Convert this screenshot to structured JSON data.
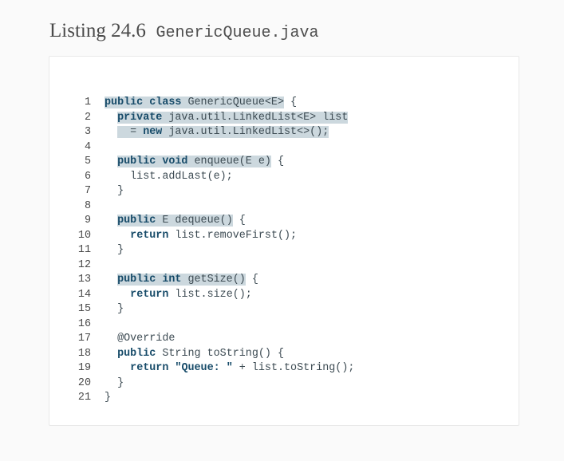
{
  "title": {
    "label": "Listing 24.6",
    "filename": "GenericQueue.java"
  },
  "colors": {
    "page_bg": "#fafafa",
    "panel_bg": "#ffffff",
    "panel_border": "#e9e9e9",
    "code_text": "#3d4b53",
    "keyword": "#174b69",
    "line_number": "#494949",
    "highlight": "#ccd8de",
    "title_text": "#4a4a4a"
  },
  "code": {
    "language": "java",
    "lines": [
      {
        "n": "1",
        "parts": [
          {
            "t": "public class ",
            "k": true,
            "h": true
          },
          {
            "t": "GenericQueue<E>",
            "h": true
          },
          {
            "t": " {"
          }
        ]
      },
      {
        "n": "2",
        "parts": [
          {
            "t": "  "
          },
          {
            "t": "private",
            "k": true,
            "h": true
          },
          {
            "t": " java.util.LinkedList<E> list",
            "h": true
          }
        ]
      },
      {
        "n": "3",
        "parts": [
          {
            "t": "  "
          },
          {
            "t": "  = ",
            "h": true
          },
          {
            "t": "new",
            "k": true,
            "h": true
          },
          {
            "t": " java.util.LinkedList<>();",
            "h": true
          }
        ]
      },
      {
        "n": "4",
        "parts": []
      },
      {
        "n": "5",
        "parts": [
          {
            "t": "  "
          },
          {
            "t": "public void",
            "k": true,
            "h": true
          },
          {
            "t": " enqueue(E e)",
            "h": true
          },
          {
            "t": " {"
          }
        ]
      },
      {
        "n": "6",
        "parts": [
          {
            "t": "    list.addLast(e);"
          }
        ]
      },
      {
        "n": "7",
        "parts": [
          {
            "t": "  }"
          }
        ]
      },
      {
        "n": "8",
        "parts": []
      },
      {
        "n": "9",
        "parts": [
          {
            "t": "  "
          },
          {
            "t": "public",
            "k": true,
            "h": true
          },
          {
            "t": " E dequeue()",
            "h": true
          },
          {
            "t": " {"
          }
        ]
      },
      {
        "n": "10",
        "parts": [
          {
            "t": "    "
          },
          {
            "t": "return",
            "k": true
          },
          {
            "t": " list.removeFirst();"
          }
        ]
      },
      {
        "n": "11",
        "parts": [
          {
            "t": "  }"
          }
        ]
      },
      {
        "n": "12",
        "parts": []
      },
      {
        "n": "13",
        "parts": [
          {
            "t": "  "
          },
          {
            "t": "public int",
            "k": true,
            "h": true
          },
          {
            "t": " getSize()",
            "h": true
          },
          {
            "t": " {"
          }
        ]
      },
      {
        "n": "14",
        "parts": [
          {
            "t": "    "
          },
          {
            "t": "return",
            "k": true
          },
          {
            "t": " list.size();"
          }
        ]
      },
      {
        "n": "15",
        "parts": [
          {
            "t": "  }"
          }
        ]
      },
      {
        "n": "16",
        "parts": []
      },
      {
        "n": "17",
        "parts": [
          {
            "t": "  @Override"
          }
        ]
      },
      {
        "n": "18",
        "parts": [
          {
            "t": "  "
          },
          {
            "t": "public",
            "k": true
          },
          {
            "t": " String toString() {"
          }
        ]
      },
      {
        "n": "19",
        "parts": [
          {
            "t": "    "
          },
          {
            "t": "return \"Queue: \"",
            "k": true
          },
          {
            "t": " + list.toString();"
          }
        ]
      },
      {
        "n": "20",
        "parts": [
          {
            "t": "  }"
          }
        ]
      },
      {
        "n": "21",
        "parts": [
          {
            "t": "}"
          }
        ]
      }
    ]
  }
}
